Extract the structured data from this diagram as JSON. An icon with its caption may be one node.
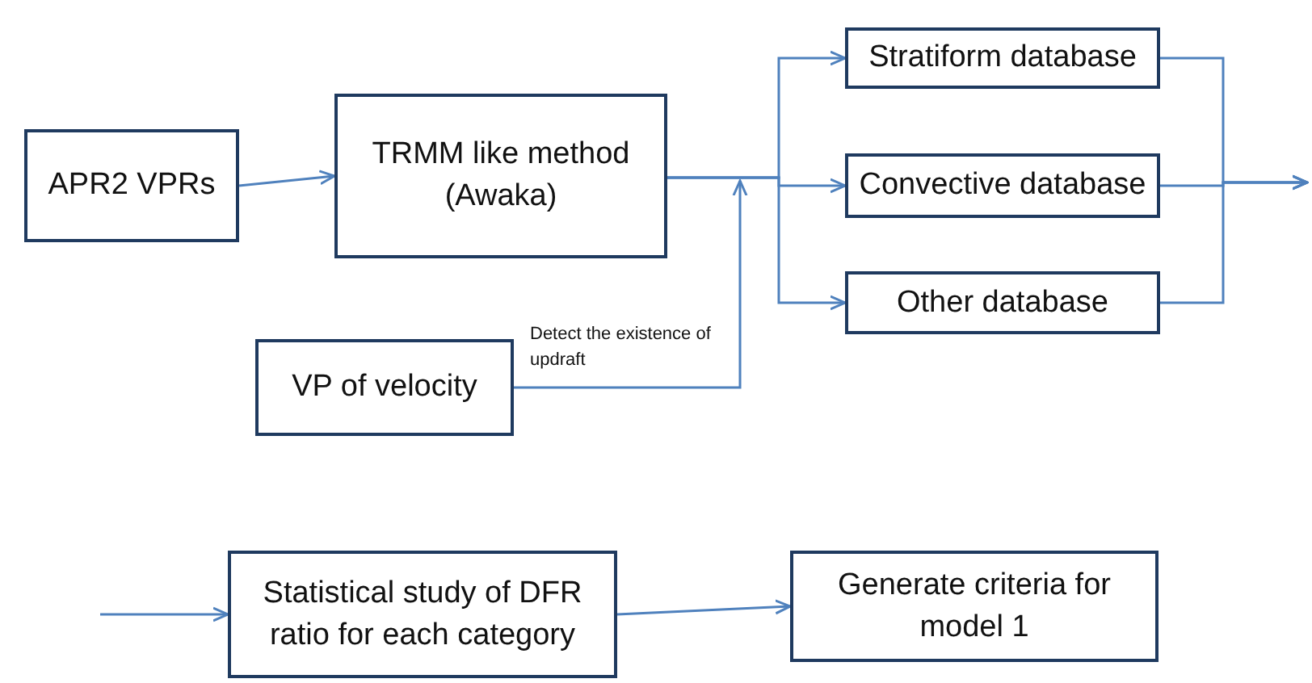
{
  "diagram": {
    "nodes": [
      {
        "text": [
          "APR2 VPRs"
        ]
      },
      {
        "text": [
          "TRMM like method (Awaka)"
        ]
      },
      {
        "text": [
          "VP of velocity"
        ]
      },
      {
        "text": [
          "Stratiform database"
        ]
      },
      {
        "text": [
          "Convective database"
        ]
      },
      {
        "text": [
          "Other database"
        ]
      },
      {
        "text": [
          "Statistical study of DFR ratio for each category"
        ]
      },
      {
        "text": [
          "Generate criteria for model 1"
        ]
      }
    ],
    "edges": [
      {
        "from": 0,
        "to": 1,
        "arrow": "to"
      },
      {
        "from": 1,
        "to": 3,
        "arrow": "to"
      },
      {
        "from": 1,
        "to": 4,
        "arrow": "to"
      },
      {
        "from": 1,
        "to": 5,
        "arrow": "to"
      },
      {
        "from": 2,
        "to": null,
        "arrow": "to",
        "label": "Detect the existence of updraft"
      },
      {
        "from": 3,
        "to": null,
        "arrow": "to"
      },
      {
        "from": 4,
        "to": null,
        "arrow": "to"
      },
      {
        "from": 5,
        "to": null,
        "arrow": "to"
      },
      {
        "from": null,
        "to": 6,
        "arrow": "to"
      },
      {
        "from": 6,
        "to": 7,
        "arrow": "to"
      }
    ]
  }
}
